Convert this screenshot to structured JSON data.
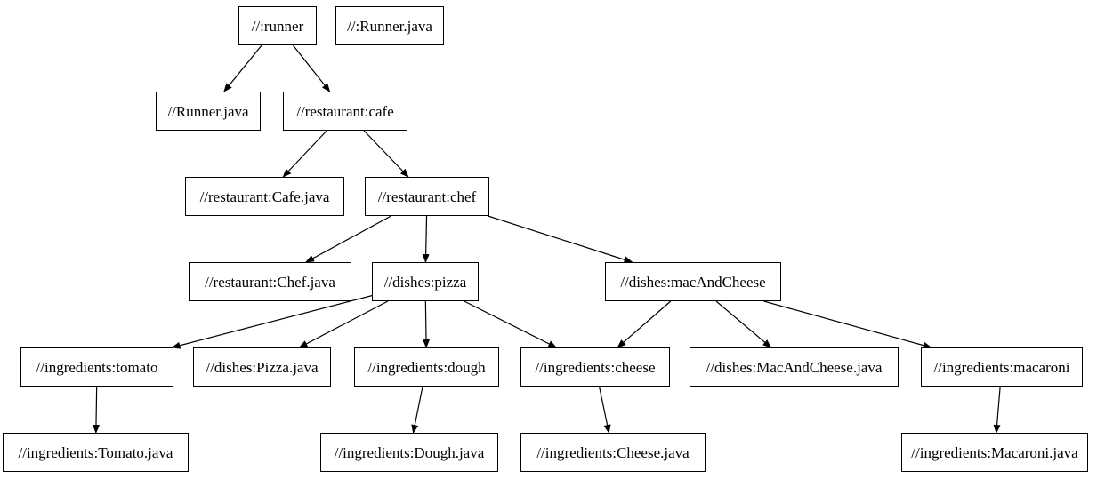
{
  "diagram": {
    "kind": "build-dependency-graph",
    "colors": {
      "background": "#ffffff",
      "node_fill": "#ffffff",
      "node_border": "#000000",
      "edge": "#000000"
    },
    "nodes": [
      {
        "id": "runner",
        "label": "//:runner"
      },
      {
        "id": "runner_java_top",
        "label": "//:Runner.java"
      },
      {
        "id": "runner_java",
        "label": "//Runner.java"
      },
      {
        "id": "cafe",
        "label": "//restaurant:cafe"
      },
      {
        "id": "cafe_java",
        "label": "//restaurant:Cafe.java"
      },
      {
        "id": "chef",
        "label": "//restaurant:chef"
      },
      {
        "id": "chef_java",
        "label": "//restaurant:Chef.java"
      },
      {
        "id": "pizza",
        "label": "//dishes:pizza"
      },
      {
        "id": "macandcheese",
        "label": "//dishes:macAndCheese"
      },
      {
        "id": "tomato",
        "label": "//ingredients:tomato"
      },
      {
        "id": "pizza_java",
        "label": "//dishes:Pizza.java"
      },
      {
        "id": "dough",
        "label": "//ingredients:dough"
      },
      {
        "id": "cheese",
        "label": "//ingredients:cheese"
      },
      {
        "id": "macandcheese_java",
        "label": "//dishes:MacAndCheese.java"
      },
      {
        "id": "macaroni",
        "label": "//ingredients:macaroni"
      },
      {
        "id": "tomato_java",
        "label": "//ingredients:Tomato.java"
      },
      {
        "id": "dough_java",
        "label": "//ingredients:Dough.java"
      },
      {
        "id": "cheese_java",
        "label": "//ingredients:Cheese.java"
      },
      {
        "id": "macaroni_java",
        "label": "//ingredients:Macaroni.java"
      }
    ],
    "edges": [
      {
        "from": "runner",
        "to": "runner_java"
      },
      {
        "from": "runner",
        "to": "cafe"
      },
      {
        "from": "cafe",
        "to": "cafe_java"
      },
      {
        "from": "cafe",
        "to": "chef"
      },
      {
        "from": "chef",
        "to": "chef_java"
      },
      {
        "from": "chef",
        "to": "pizza"
      },
      {
        "from": "chef",
        "to": "macandcheese"
      },
      {
        "from": "pizza",
        "to": "tomato"
      },
      {
        "from": "pizza",
        "to": "pizza_java"
      },
      {
        "from": "pizza",
        "to": "dough"
      },
      {
        "from": "pizza",
        "to": "cheese"
      },
      {
        "from": "macandcheese",
        "to": "cheese"
      },
      {
        "from": "macandcheese",
        "to": "macandcheese_java"
      },
      {
        "from": "macandcheese",
        "to": "macaroni"
      },
      {
        "from": "tomato",
        "to": "tomato_java"
      },
      {
        "from": "dough",
        "to": "dough_java"
      },
      {
        "from": "cheese",
        "to": "cheese_java"
      },
      {
        "from": "macaroni",
        "to": "macaroni_java"
      }
    ]
  }
}
